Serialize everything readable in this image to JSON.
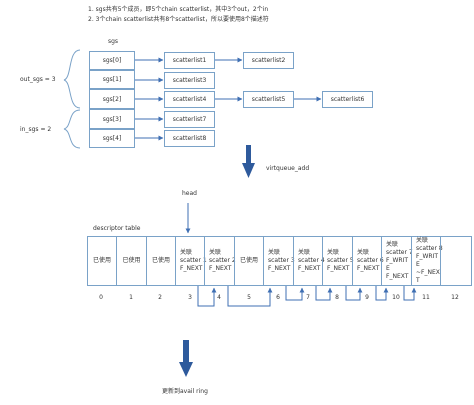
{
  "notes": [
    "1. sgs共有5个成员，即5个chain scatterlist，其中3个out，2个in",
    "2. 3个chain scatterlist共有8个scatterlist，所以要使用8个描述符"
  ],
  "sgs_title": "sgs",
  "sgs_items": [
    "sgs[0]",
    "sgs[1]",
    "sgs[2]",
    "sgs[3]",
    "sgs[4]"
  ],
  "out_sgs_label": "out_sgs = 3",
  "in_sgs_label": "in_sgs = 2",
  "scatterlists": [
    "scatterlist1",
    "scatterlist2",
    "scatterlist3",
    "scatterlist4",
    "scatterlist5",
    "scatterlist6",
    "scatterlist7",
    "scatterlist8"
  ],
  "virtqueue_label": "virtqueue_add",
  "head_label": "head",
  "table_title": "descriptor table",
  "descriptors": [
    "已使用",
    "已使用",
    "已使用",
    "关联\nscatter 1\nF_NEXT",
    "关联\nscatter 2\nF_NEXT",
    "已使用",
    "关联\nscatter 3\nF_NEXT",
    "关联\nscatter 4\nF_NEXT",
    "关联\nscatter 5\nF_NEXT",
    "关联\nscatter 6\nF_NEXT",
    "关联\nscatter 7\nF_WRIT\nE\nF_NEXT",
    "关联\nscatter 8\nF_WRIT\nE\n~F_NEX\nT",
    ""
  ],
  "indices": [
    "0",
    "1",
    "2",
    "3",
    "4",
    "5",
    "6",
    "7",
    "8",
    "9",
    "10",
    "11",
    "12"
  ],
  "bottom_label": "更新到avail ring",
  "colors": {
    "line": "#7aa2c8",
    "arrow": "#3f6fb3",
    "big_arrow": "#2e5a9c"
  }
}
